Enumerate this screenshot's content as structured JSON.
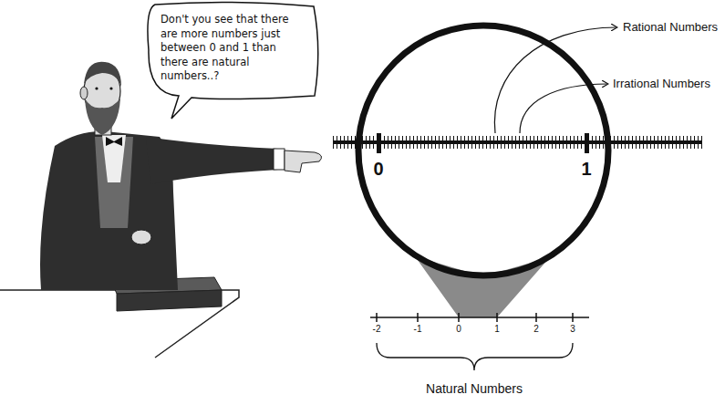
{
  "diagram": {
    "nodes": [
      {
        "text": [
          "Don't you see that there are more numbers just between 0 and 1 than there are natural numbers..?"
        ]
      },
      {
        "text": [
          "0",
          "1"
        ]
      }
    ],
    "labels": [
      "Rational Numbers",
      "Irrational Numbers",
      "-2",
      "-1",
      "0",
      "1",
      "2",
      "3",
      "Natural Numbers"
    ]
  }
}
